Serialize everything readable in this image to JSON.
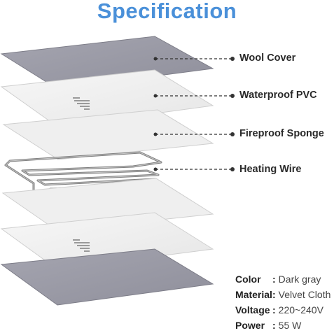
{
  "title": "Specification",
  "layers": [
    {
      "label": "Wool Cover"
    },
    {
      "label": "Waterproof PVC"
    },
    {
      "label": "Fireproof Sponge"
    },
    {
      "label": "Heating Wire"
    }
  ],
  "specs": [
    {
      "key": "Color",
      "value": "Dark gray"
    },
    {
      "key": "Material",
      "value": "Velvet Cloth"
    },
    {
      "key": "Voltage",
      "value": "220~240V"
    },
    {
      "key": "Power",
      "value": "55 W"
    }
  ],
  "colors": {
    "title": "#4a90d9",
    "wool": "#9c9ca8",
    "pvc": "#f2f2f2",
    "sponge": "#efefef",
    "wire": "#7a7a7a"
  }
}
